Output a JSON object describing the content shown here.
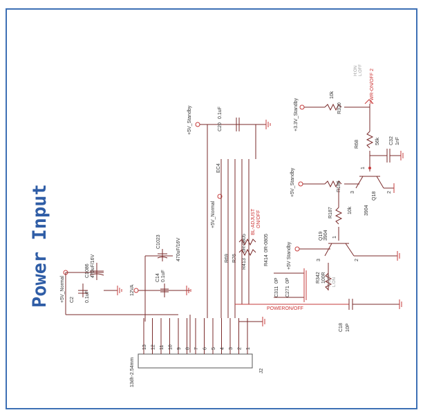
{
  "title": "Power Input",
  "nets": {
    "p5v_normal": "+5V_Normal",
    "v12": "12VA",
    "p5v_standby_c20": "+5V_Standby",
    "p5v_normal_b": "+5V_Normal",
    "p5v_standby_r": "+5V_Standby",
    "p5v_standby_q": "+5V Standby",
    "p3v3_standby": "+3.3V_Standby",
    "pwr_onoff2": "PWR-ON/OFF 2",
    "poweronoff": "POWERON/OFF"
  },
  "components": {
    "c1086": "C1086",
    "c1086_val": "470uF/16V",
    "c2": "C2",
    "c2_val": "0.1uF",
    "c1023": "C1023",
    "c1023_val": "470uF/16V",
    "c14": "C14",
    "c14_val": "0.1uF",
    "c20": "C20",
    "c20_val": "0.1uF",
    "ec4": "EC4",
    "r68": "R68",
    "r68_val": "56k",
    "c32": "C32",
    "c32_val": "1nF",
    "r320": "R320",
    "r320_val": "10k",
    "r186": "R186",
    "r187": "R187",
    "r187_val": "10k",
    "q18": "Q18",
    "q18_val": "3904",
    "q19": "Q19",
    "q19_val": "3904",
    "r342": "R342",
    "r342_val": "100R",
    "c18": "C18",
    "c18_val": "10P",
    "r413": "R413",
    "r413_val": "0R-0805",
    "r414": "R414",
    "r414_val": "0R-0805",
    "r76": "R76",
    "r69": "R69",
    "c311": "C311",
    "c311_val": "0P",
    "c271": "C271",
    "c271_val": "0P",
    "bl_adjust": "BL-ADJUST",
    "on_off": "ON/OFF",
    "j2": "J2",
    "j2_val": "13dh-2.54mm",
    "pins": [
      "13",
      "12",
      "11",
      "10",
      "9",
      "8",
      "7",
      "6",
      "5",
      "4",
      "3",
      "2",
      "1"
    ]
  },
  "colors": {
    "frame": "#3c6fb4",
    "title": "#2f5da6",
    "wire": "#7a2a2a",
    "ground": "#c63a3a"
  }
}
